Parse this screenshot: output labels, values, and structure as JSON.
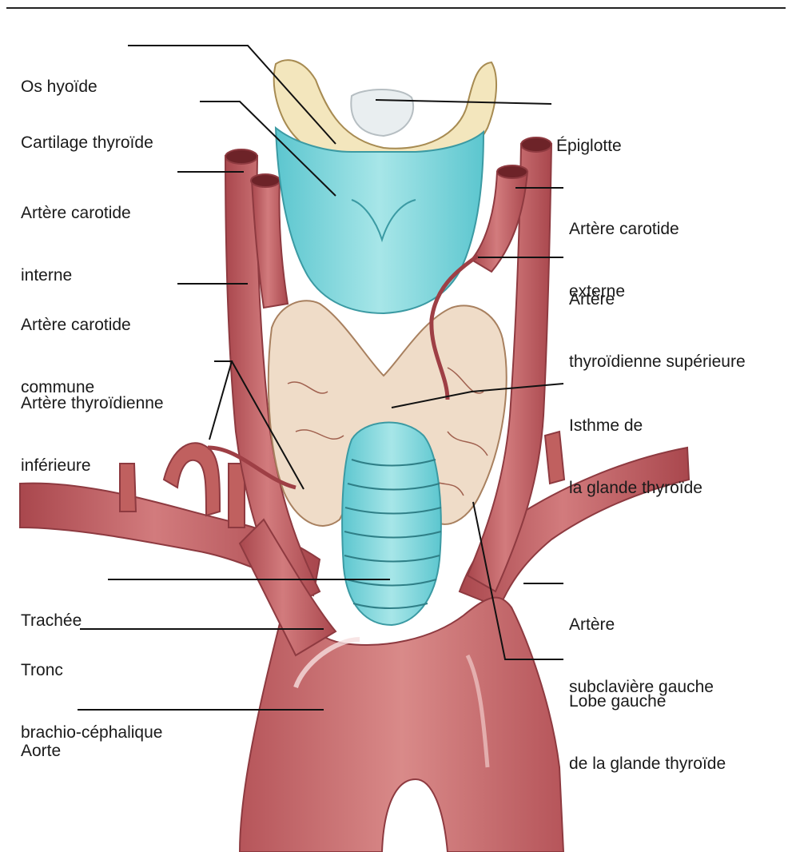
{
  "colors": {
    "artery": "#c8686c",
    "artery_dark": "#9e3f45",
    "artery_light": "#e8b7b5",
    "cartilage": "#8fdce0",
    "gland": "#efdcc8",
    "gland_edge": "#a8805f",
    "bone": "#f2e4b8",
    "leader": "#111111"
  },
  "labels": {
    "os_hyoide": [
      "Os hyoïde"
    ],
    "cartilage_thyroide": [
      "Cartilage thyroïde"
    ],
    "carotide_interne": [
      "Artère carotide",
      "interne"
    ],
    "carotide_commune": [
      "Artère carotide",
      "commune"
    ],
    "thyroidienne_inferieure": [
      "Artère thyroïdienne",
      "inférieure"
    ],
    "trachee": [
      "Trachée"
    ],
    "tronc_brachio": [
      "Tronc",
      "brachio-céphalique"
    ],
    "aorte": [
      "Aorte"
    ],
    "epiglotte": [
      "Épiglotte"
    ],
    "carotide_externe": [
      "Artère carotide",
      "externe"
    ],
    "thyroidienne_superieure": [
      "Artère",
      "thyroïdienne supérieure"
    ],
    "isthme": [
      "Isthme de",
      "la glande thyroïde"
    ],
    "subclaviere_gauche": [
      "Artère",
      "subclavière gauche"
    ],
    "lobe_gauche": [
      "Lobe gauche",
      "de la glande thyroïde"
    ]
  }
}
